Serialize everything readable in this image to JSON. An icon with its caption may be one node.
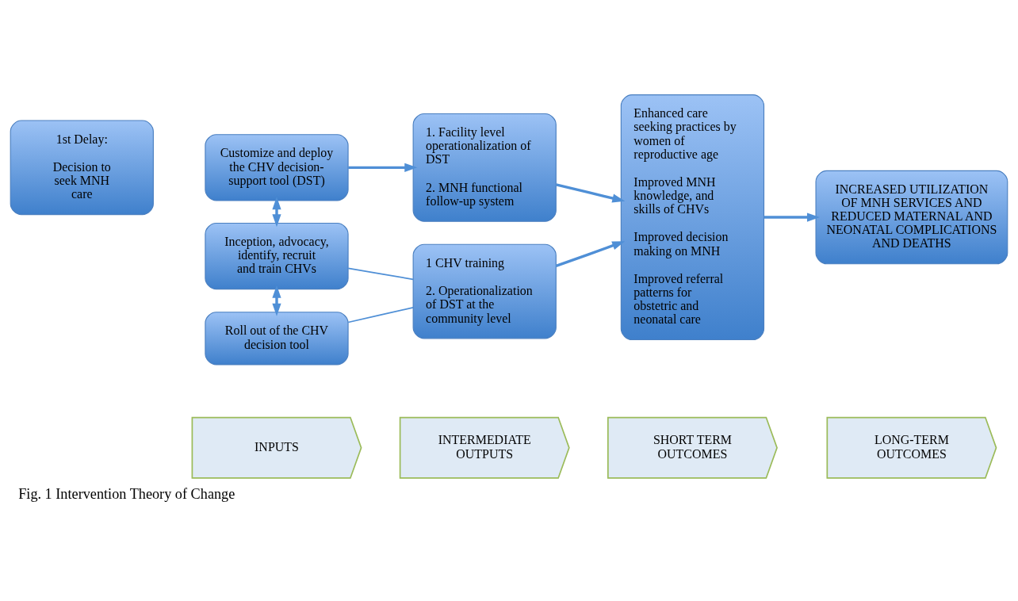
{
  "diagram": {
    "caption": "Fig. 1 Intervention Theory of Change",
    "nodes": [
      {
        "text": [
          "INPUTS"
        ]
      },
      {
        "text": [
          "INTERMEDIATE OUTPUTS"
        ]
      },
      {
        "text": [
          "SHORT TERM OUTCOMES"
        ]
      },
      {
        "text": [
          "LONG-TERM OUTCOMES"
        ]
      },
      {
        "text": [
          "1st Delay:",
          "Decision to seek MNH care"
        ]
      },
      {
        "text": [
          "Customize and deploy the CHV decision-support tool (DST)"
        ]
      },
      {
        "text": [
          "Inception, advocacy, identify, recruit and train CHVs"
        ]
      },
      {
        "text": [
          "Roll out of the CHV decision tool"
        ]
      },
      {
        "text": [
          "1. Facility level operationalization of DST",
          "2. MNH functional follow-up system"
        ]
      },
      {
        "text": [
          "1 CHV training",
          "2. Operationalization of DST at the community level"
        ]
      },
      {
        "text": [
          "Enhanced care seeking practices by women of reproductive age",
          "Improved MNH knowledge, and skills of CHVs",
          "Improved decision making on MNH",
          "Improved referral patterns for obstetric and neonatal care"
        ]
      },
      {
        "text": [
          "INCREASED UTILIZATION OF MNH SERVICES AND REDUCED MATERNAL AND NEONATAL COMPLICATIONS AND DEATHS"
        ]
      }
    ],
    "edges": [
      {
        "from": 5,
        "to": 8,
        "arrow": "to"
      },
      {
        "from": 5,
        "to": 6,
        "arrow": "both"
      },
      {
        "from": 6,
        "to": 7,
        "arrow": "both"
      },
      {
        "from": 6,
        "to": 9,
        "arrow": "none"
      },
      {
        "from": 7,
        "to": 9,
        "arrow": "none"
      },
      {
        "from": 8,
        "to": 10,
        "arrow": "to"
      },
      {
        "from": 9,
        "to": 10,
        "arrow": "to"
      },
      {
        "from": 10,
        "to": 11,
        "arrow": "to"
      }
    ]
  }
}
